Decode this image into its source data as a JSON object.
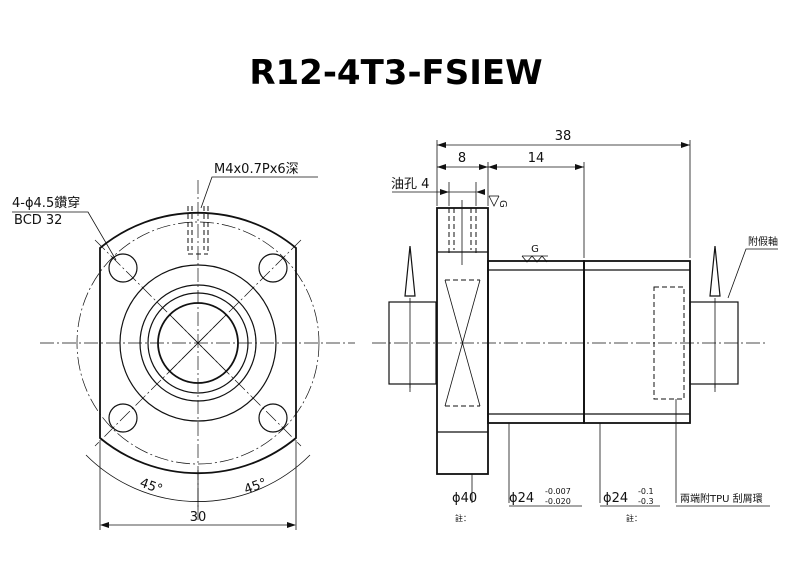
{
  "title": "R12-4T3-FSIEW",
  "front_view": {
    "hole_spec": "4-ϕ4.5鑽穿",
    "bcd": "BCD 32",
    "thread_spec": "M4x0.7Px6深",
    "angle_left": "45°",
    "angle_right": "45°",
    "width_dim": "30"
  },
  "side_view": {
    "total_length": "38",
    "flange_len": "8",
    "step_len": "14",
    "oil_hole": "油孔 4",
    "surface_mark_top": "G",
    "surface_mark_body": "G",
    "dummy_shaft": "附假軸",
    "flange_dia": "ϕ40",
    "body_dia_base": "ϕ24",
    "body_dia_tol_upper": "-0.007",
    "body_dia_tol_lower": "-0.020",
    "nut_dia_base": "ϕ24",
    "nut_dia_tol_upper": "-0.1",
    "nut_dia_tol_lower": "-0.3",
    "wiper_note": "兩端附TPU 刮屑環",
    "note_1": "註：",
    "note_2": "註："
  }
}
